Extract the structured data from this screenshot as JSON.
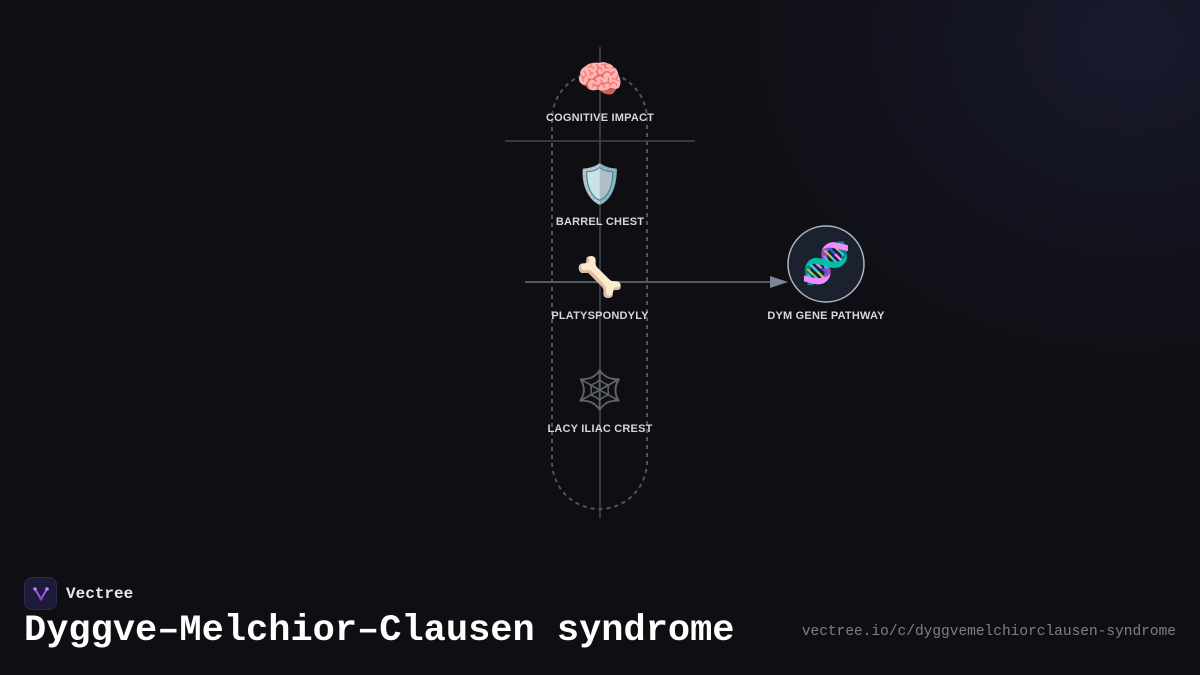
{
  "diagram": {
    "nodes": [
      {
        "id": "cognitive",
        "label": "COGNITIVE IMPACT",
        "icon": "brain-icon",
        "glyph": "🧠"
      },
      {
        "id": "barrel",
        "label": "BARREL CHEST",
        "icon": "shield-icon",
        "glyph": "🛡️"
      },
      {
        "id": "platy",
        "label": "PLATYSPONDYLY",
        "icon": "bone-icon",
        "glyph": "🦴"
      },
      {
        "id": "lacy",
        "label": "LACY ILIAC CREST",
        "icon": "spider-web-icon",
        "glyph": "🕸️"
      },
      {
        "id": "dym",
        "label": "DYM GENE PATHWAY",
        "icon": "dna-icon",
        "glyph": "🧬"
      }
    ],
    "edges": [
      {
        "from": "platy",
        "to": "dym",
        "directed": true
      }
    ]
  },
  "footer": {
    "brand": "Vectree",
    "title": "Dyggve–Melchior–Clausen syndrome",
    "url": "vectree.io/c/dyggvemelchiorclausen-syndrome"
  },
  "colors": {
    "background": "#0e0e13",
    "line": "#4a5568",
    "label": "#d4d7de",
    "brand_accent": "#a855f7"
  }
}
